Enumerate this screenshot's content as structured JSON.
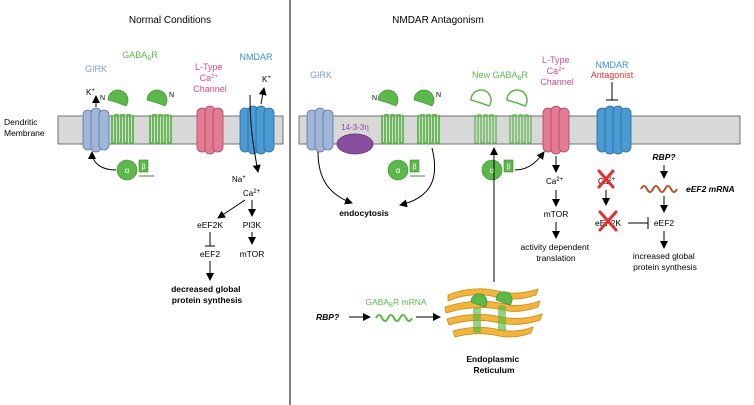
{
  "panels": {
    "left_title": "Normal Conditions",
    "right_title": "NMDAR Antagonism"
  },
  "membrane": {
    "label_line1": "Dendritic",
    "label_line2": "Membrane"
  },
  "left": {
    "girk": "GIRK",
    "gabab_main": "GABA",
    "gabab_sub": "B",
    "gabab_tail": "R",
    "ltype_1": "L-Type",
    "ltype_2": "Ca",
    "ltype_2_sup": "2+",
    "ltype_3": "Channel",
    "nmdar": "NMDAR",
    "k_plus_girk": "K",
    "k_plus_nmdar": "K",
    "plus": "+",
    "na": "Na",
    "ca": "Ca",
    "ca_sup": "2+",
    "eef2k": "eEF2K",
    "eef2": "eEF2",
    "pi3k": "PI3K",
    "mtor": "mTOR",
    "dec_1": "decreased global",
    "dec_2": "protein synthesis",
    "n_label": "N",
    "alpha": "α",
    "beta": "β"
  },
  "right": {
    "girk": "GIRK",
    "protein_1433": "14-3-3η",
    "new_gabab_main": "New GABA",
    "new_gabab_sub": "B",
    "new_gabab_tail": "R",
    "ltype_1": "L-Type",
    "ltype_2": "Ca",
    "ltype_2_sup": "2+",
    "ltype_3": "Channel",
    "nmdar": "NMDAR",
    "antagonist": "Antagonist",
    "ca": "Ca",
    "ca_sup": "2+",
    "ca_x": "Ca",
    "mtor": "mTOR",
    "adt_1": "activity dependent",
    "adt_2": "translation",
    "eef2k": "eEF2K",
    "eef2": "eEF2",
    "inc_1": "increased global",
    "inc_2": "protein synthesis",
    "rbp_top": "RBP?",
    "eef2_mrna": "eEF2 mRNA",
    "rbp_bottom": "RBP?",
    "gabab_mrna_main": "GABA",
    "gabab_mrna_sub": "B",
    "gabab_mrna_tail": "R mRNA",
    "endocytosis": "endocytosis",
    "er_1": "Endoplasmic",
    "er_2": "Reticulum",
    "n_label": "N",
    "alpha": "α",
    "beta": "β"
  },
  "colors": {
    "membrane": "#d8d8d8",
    "gabab": "#5cb848",
    "girk": "#9fb6d8",
    "ltype": "#e57a96",
    "nmdar": "#4a9bd4",
    "antagonist": "#e03030",
    "protein_1433": "#8a4ea0",
    "mrna_eef2": "#b35a2a",
    "er": "#f2b43a",
    "ltype_label": "#e0488a",
    "nmdar_label": "#3a8fd0",
    "girk_label": "#7f9fcf"
  }
}
